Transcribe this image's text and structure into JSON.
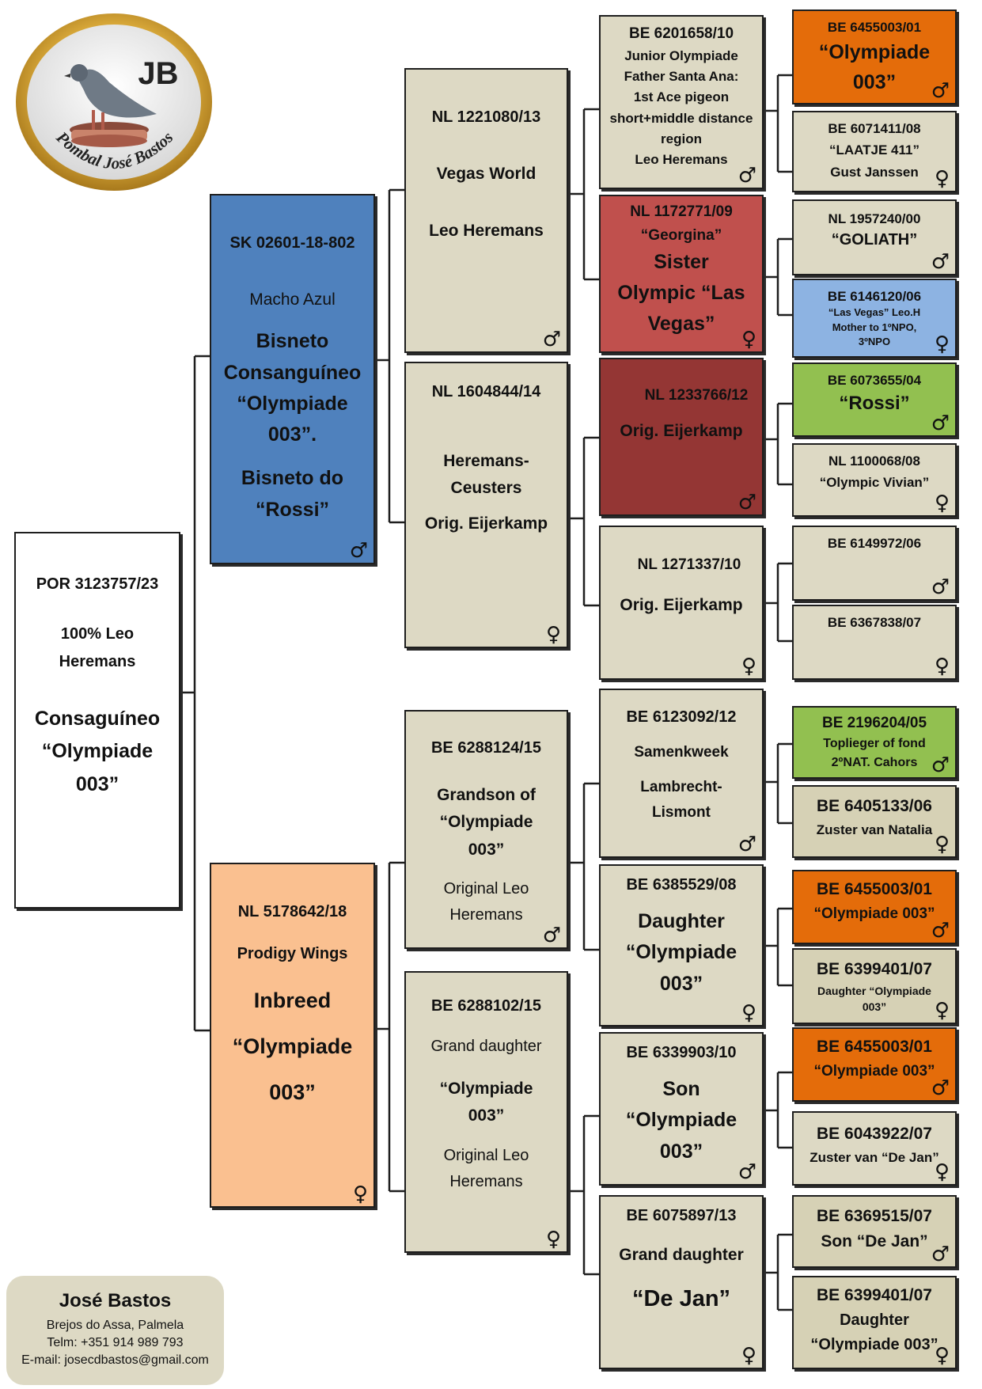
{
  "logo": {
    "initials": "JB",
    "text": "Pombal José Bastos"
  },
  "contact": {
    "name": "José Bastos",
    "address": "Brejos do Assa, Palmela",
    "phone": "Telm: +351 914 989 793",
    "email": "E-mail: josecdbastos@gmail.com"
  },
  "symbols": {
    "male": "♂",
    "female": "♀"
  },
  "pedigree": {
    "subject": {
      "ring": "POR 3123757/23",
      "line1": "100% Leo",
      "line2": "Heremans",
      "title1": "Consaguíneo",
      "title2": "“Olympiade",
      "title3": "003”"
    },
    "sire": {
      "ring": "SK 02601-18-802",
      "color": "Macho Azul",
      "t1": "Bisneto",
      "t2": "Consanguíneo",
      "t3": "“Olympiade",
      "t4": "003”.",
      "t5": "Bisneto do",
      "t6": "“Rossi”"
    },
    "dam": {
      "ring": "NL 5178642/18",
      "name": "Prodigy Wings",
      "t1": "Inbreed",
      "t2": "“Olympiade",
      "t3": "003”"
    },
    "gp1": {
      "ring": "NL 1221080/13",
      "name": "Vegas World",
      "breeder": "Leo Heremans"
    },
    "gp2": {
      "ring": "NL 1604844/14",
      "l1": "Heremans-",
      "l2": "Ceusters",
      "l3": "Orig. Eijerkamp"
    },
    "gp3": {
      "ring": "BE 6288124/15",
      "l1": "Grandson of",
      "l2": "“Olympiade",
      "l3": "003”",
      "l4": "Original Leo",
      "l5": "Heremans"
    },
    "gp4": {
      "ring": "BE 6288102/15",
      "l1": "Grand daughter",
      "l2": "“Olympiade",
      "l3": "003”",
      "l4": "Original Leo",
      "l5": "Heremans"
    },
    "ggp1": {
      "ring": "BE 6201658/10",
      "l1": "Junior Olympiade",
      "l2": "Father Santa Ana:",
      "l3": "1st Ace pigeon",
      "l4": "short+middle distance",
      "l5": "region",
      "l6": "Leo Heremans"
    },
    "ggp2": {
      "ring": "NL 1172771/09",
      "l1": "“Georgina”",
      "l2": "Sister",
      "l3": "Olympic “Las",
      "l4": "Vegas”"
    },
    "ggp3": {
      "ring": "NL 1233766/12",
      "l1": "Orig. Eijerkamp"
    },
    "ggp4": {
      "ring": "NL 1271337/10",
      "l1": "Orig. Eijerkamp"
    },
    "ggp5": {
      "ring": "BE 6123092/12",
      "l1": "Samenkweek",
      "l2": "Lambrecht-",
      "l3": "Lismont"
    },
    "ggp6": {
      "ring": "BE 6385529/08",
      "l1": "Daughter",
      "l2": "“Olympiade",
      "l3": "003”"
    },
    "ggp7": {
      "ring": "BE 6339903/10",
      "l1": "Son",
      "l2": "“Olympiade",
      "l3": "003”"
    },
    "ggp8": {
      "ring": "BE 6075897/13",
      "l1": "Grand daughter",
      "l2": "“De Jan”"
    },
    "g1": {
      "ring": "BE 6455003/01",
      "l1": "“Olympiade",
      "l2": "003”"
    },
    "g2": {
      "ring": "BE 6071411/08",
      "l1": "“LAATJE 411”",
      "l2": "Gust Janssen"
    },
    "g3": {
      "ring": "NL 1957240/00",
      "l1": "“GOLIATH”"
    },
    "g4": {
      "ring": "BE 6146120/06",
      "l1": "“Las Vegas” Leo.H",
      "l2": "Mother to 1ºNPO,",
      "l3": "3ºNPO"
    },
    "g5": {
      "ring": "BE 6073655/04",
      "l1": "“Rossi”"
    },
    "g6": {
      "ring": "NL 1100068/08",
      "l1": "“Olympic Vivian”"
    },
    "g7": {
      "ring": "BE 6149972/06"
    },
    "g8": {
      "ring": "BE 6367838/07"
    },
    "g9": {
      "ring": "BE 2196204/05",
      "l1": "Toplieger of fond",
      "l2": "2ºNAT. Cahors"
    },
    "g10": {
      "ring": "BE 6405133/06",
      "l1": "Zuster van Natalia"
    },
    "g11": {
      "ring": "BE 6455003/01",
      "l1": "“Olympiade 003”"
    },
    "g12": {
      "ring": "BE 6399401/07",
      "l1": "Daughter “Olympiade",
      "l2": "003”"
    },
    "g13": {
      "ring": "BE 6455003/01",
      "l1": "“Olympiade 003”"
    },
    "g14": {
      "ring": "BE 6043922/07",
      "l1": "Zuster van “De Jan”"
    },
    "g15": {
      "ring": "BE 6369515/07",
      "l1": "Son “De Jan”"
    },
    "g16": {
      "ring": "BE 6399401/07",
      "l1": "Daughter",
      "l2": "“Olympiade 003”"
    }
  }
}
